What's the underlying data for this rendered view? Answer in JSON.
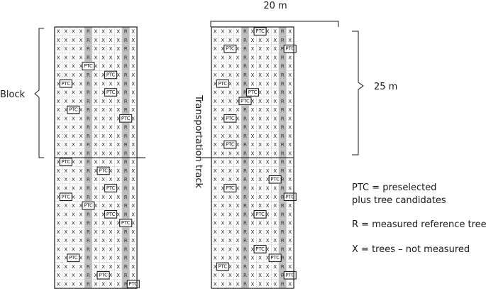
{
  "labels": {
    "block": "Block",
    "width": "20 m",
    "height": "25 m",
    "track": "Transportation track"
  },
  "legend": [
    {
      "key": "ptc",
      "lines": [
        "PTC = preselected",
        "plus tree candidates"
      ]
    },
    {
      "key": "r",
      "lines": [
        "R = measured reference trees"
      ]
    },
    {
      "key": "x",
      "lines": [
        "X = trees – not measured"
      ]
    }
  ],
  "marks": {
    "tree": "X",
    "reference": "R",
    "ptc": "PTC"
  },
  "colors": {
    "reference_column": "#bdbdbd",
    "grid_line": "#d0d0d0",
    "border": "#1a1a1a"
  },
  "grid": {
    "rows": 30,
    "cols": 11,
    "reference_columns": [
      4,
      9
    ],
    "block_split_row": 15,
    "left_ptc": [
      [
        5,
        7
      ],
      [
        4,
        4
      ],
      [
        6,
        1
      ],
      [
        7,
        7
      ],
      [
        9,
        2
      ],
      [
        10,
        9
      ],
      [
        15,
        1
      ],
      [
        16,
        6
      ],
      [
        18,
        7
      ],
      [
        19,
        1
      ],
      [
        20,
        4
      ],
      [
        21,
        7
      ],
      [
        22,
        9
      ],
      [
        26,
        2
      ],
      [
        28,
        6
      ],
      [
        29,
        10
      ]
    ],
    "right_ptc": [
      [
        0,
        6
      ],
      [
        2,
        2
      ],
      [
        2,
        10
      ],
      [
        6,
        1
      ],
      [
        7,
        5
      ],
      [
        8,
        4
      ],
      [
        10,
        2
      ],
      [
        13,
        2
      ],
      [
        17,
        8
      ],
      [
        18,
        2
      ],
      [
        19,
        10
      ],
      [
        21,
        6
      ],
      [
        25,
        6
      ],
      [
        26,
        8
      ],
      [
        27,
        1
      ],
      [
        28,
        10
      ]
    ]
  }
}
